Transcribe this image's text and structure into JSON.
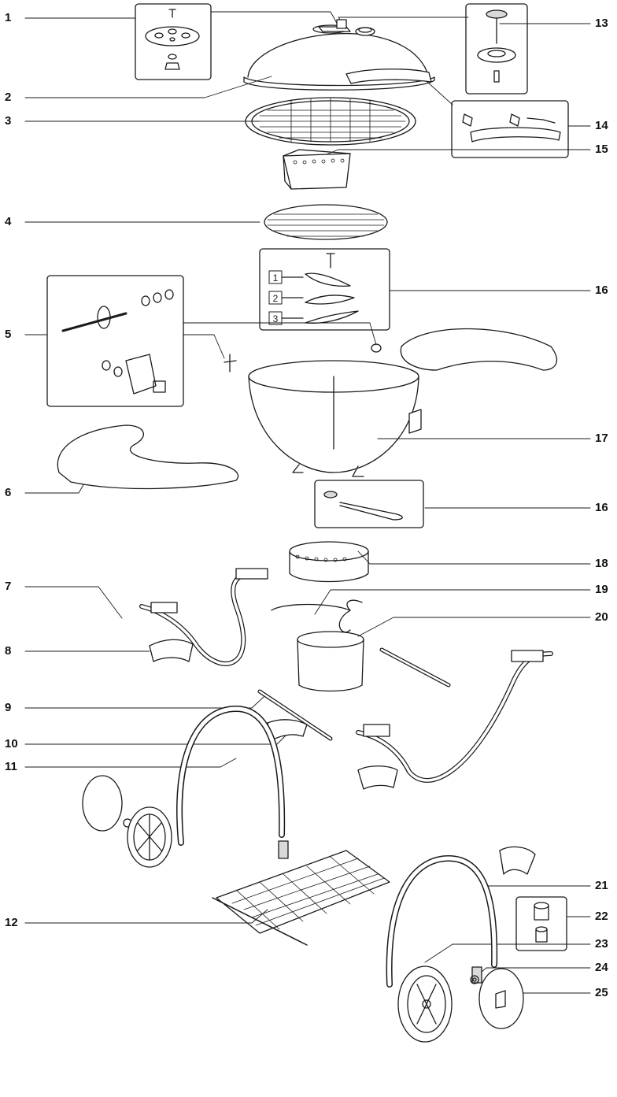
{
  "callouts": {
    "n1": "1",
    "n2": "2",
    "n3": "3",
    "n4": "4",
    "n5": "5",
    "n6": "6",
    "n7": "7",
    "n8": "8",
    "n9": "9",
    "n10": "10",
    "n11": "11",
    "n12": "12",
    "n13": "13",
    "n14": "14",
    "n15": "15",
    "n16a": "16",
    "n16b": "16",
    "n17": "17",
    "n18": "18",
    "n19": "19",
    "n20": "20",
    "n21": "21",
    "n22": "22",
    "n23": "23",
    "n24": "24",
    "n25": "25"
  },
  "inset16_steps": [
    "1",
    "2",
    "3"
  ],
  "colors": {
    "line": "#1a1a1a",
    "fill": "#ffffff",
    "shade": "#d9d9d9"
  }
}
